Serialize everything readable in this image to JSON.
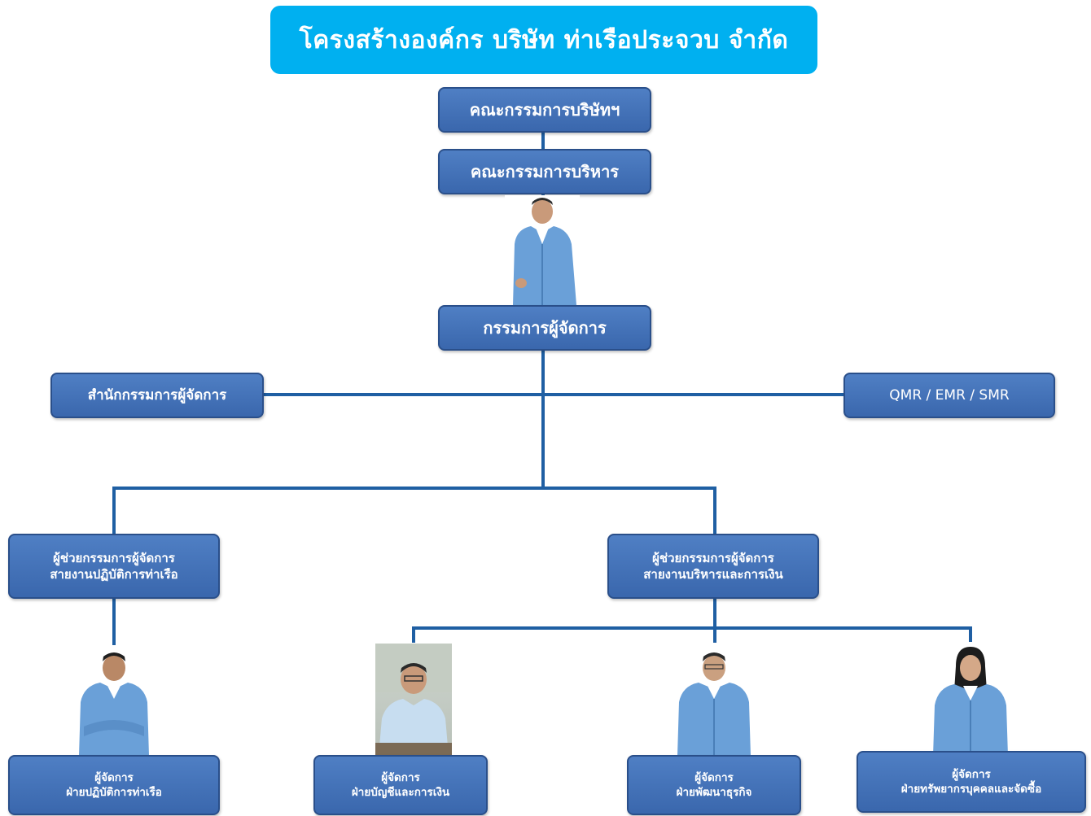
{
  "title": "โครงสร้างองค์กร บริษัท ท่าเรือประจวบ จำกัด",
  "colors": {
    "title_bg": "#00b0f0",
    "box_fill": "#4472c4",
    "box_border": "#2a4f8a",
    "connector": "#1f5fa3",
    "jacket": "#6aa0d8"
  },
  "nodes": {
    "board": "คณะกรรมการบริษัทฯ",
    "executive_board": "คณะกรรมการบริหาร",
    "managing_director": "กรรมการผู้จัดการ",
    "md_office": "สำนักกรรมการผู้จัดการ",
    "qmr": "QMR / EMR / SMR",
    "asst_ops": {
      "line1": "ผู้ช่วยกรรมการผู้จัดการ",
      "line2": "สายงานปฏิบัติการท่าเรือ"
    },
    "asst_admin": {
      "line1": "ผู้ช่วยกรรมการผู้จัดการ",
      "line2": "สายงานบริหารและการเงิน"
    },
    "mgr_ops": {
      "line1": "ผู้จัดการ",
      "line2": "ฝ่ายปฏิบัติการท่าเรือ"
    },
    "mgr_finance": {
      "line1": "ผู้จัดการ",
      "line2": "ฝ่ายบัญชีและการเงิน"
    },
    "mgr_bizdev": {
      "line1": "ผู้จัดการ",
      "line2": "ฝ่ายพัฒนาธุรกิจ"
    },
    "mgr_hr": {
      "line1": "ผู้จัดการ",
      "line2": "ฝ่ายทรัพยากรบุคคลและจัดซื้อ"
    }
  }
}
